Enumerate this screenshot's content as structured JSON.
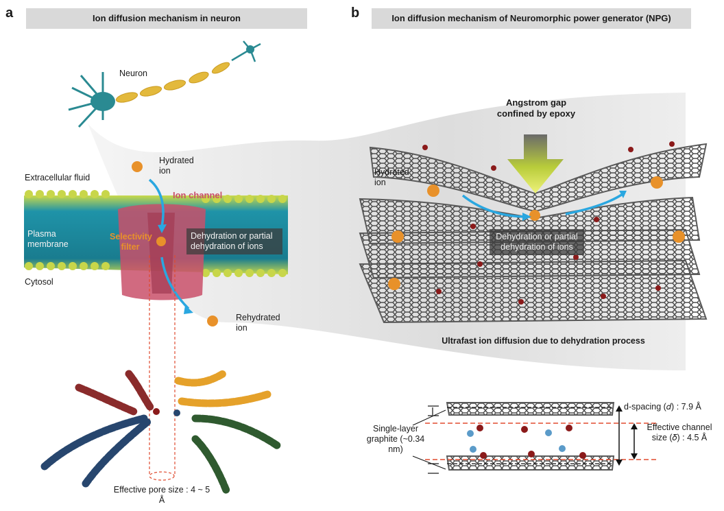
{
  "panel_a": {
    "letter": "a",
    "title": "Ion diffusion mechanism in neuron",
    "neuron_label": "Neuron",
    "hydrated_ion_label": "Hydrated ion",
    "extracellular_label": "Extracellular fluid",
    "plasma_membrane_label": "Plasma membrane",
    "ion_channel_label": "Ion channel",
    "selectivity_filter_label": "Selectivity filter",
    "dehydration_label": "Dehydration or partial dehydration of ions",
    "cytosol_label": "Cytosol",
    "rehydrated_ion_label": "Rehydrated ion",
    "pore_size_label": "Effective pore size : 4 ~ 5 Å"
  },
  "panel_b": {
    "letter": "b",
    "title": "Ion diffusion mechanism of Neuromorphic power generator (NPG)",
    "angstrom_label": "Angstrom gap confined by epoxy",
    "hydrated_ion_label": "Hydrated ion",
    "dehydration_label": "Dehydration or partial dehydration of ions",
    "caption": "Ultrafast ion diffusion due to dehydration process",
    "d_spacing_label": "d-spacing (𝑑) : 7.9 Å",
    "single_layer_label": "Single-layer graphite (~0.34 nm)",
    "channel_size_label": "Effective channel size (𝛿) : 4.5 Å"
  },
  "colors": {
    "title_bar": "#d9d9d9",
    "ion_orange": "#e8912a",
    "arrow_blue": "#2aa7e0",
    "channel_pink": "#c9506a",
    "membrane_teal": "#1e8fa3",
    "lipid_yellow": "#c8d64a",
    "graphene_gray": "#5a5a5a",
    "oxygen_red": "#8b1a1a",
    "hydrogen_cyan": "#a9e3e8",
    "helix_red": "#8a2b2b",
    "helix_orange": "#e5a12a",
    "helix_blue": "#27466e",
    "helix_green": "#2f5a2f",
    "dashed_red": "#e04a2e"
  }
}
